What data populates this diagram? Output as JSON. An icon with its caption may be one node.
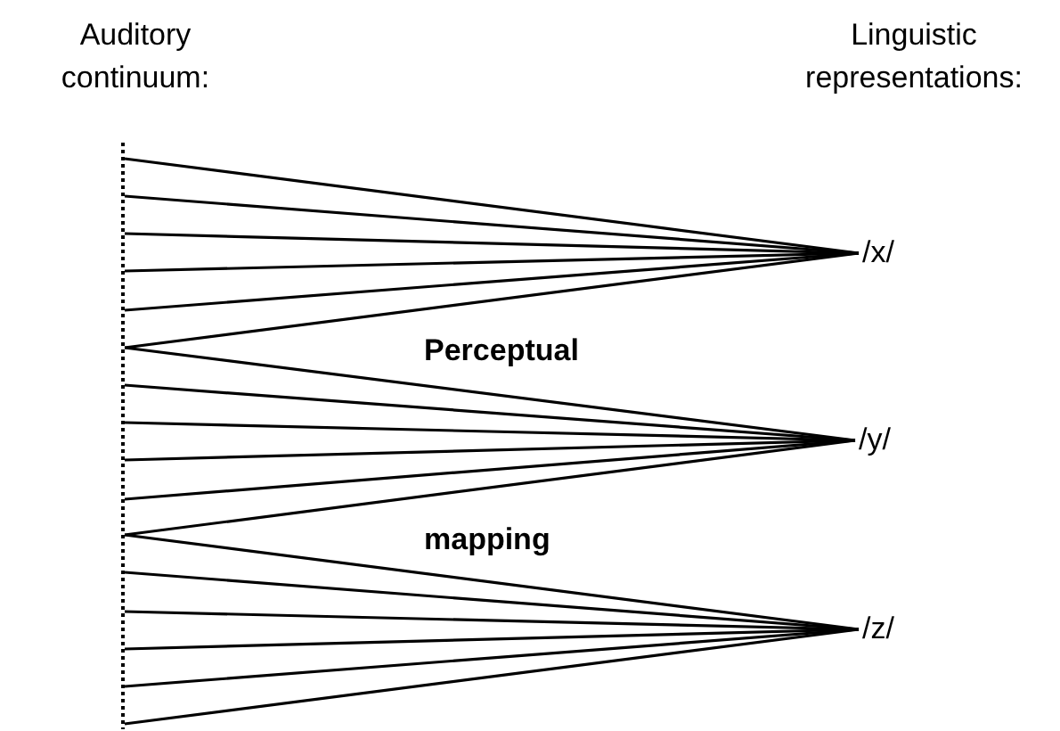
{
  "diagram": {
    "nodes": [
      {
        "text": [
          "/x/"
        ]
      },
      {
        "text": [
          "/y/"
        ]
      },
      {
        "text": [
          "/z/"
        ]
      }
    ],
    "edges": [
      {
        "from": null,
        "to": 0,
        "arrow": "none"
      },
      {
        "from": null,
        "to": 0,
        "arrow": "none"
      },
      {
        "from": null,
        "to": 0,
        "arrow": "none"
      },
      {
        "from": null,
        "to": 0,
        "arrow": "none"
      },
      {
        "from": null,
        "to": 0,
        "arrow": "none"
      },
      {
        "from": null,
        "to": 0,
        "arrow": "none"
      },
      {
        "from": null,
        "to": 1,
        "arrow": "none"
      },
      {
        "from": null,
        "to": 1,
        "arrow": "none"
      },
      {
        "from": null,
        "to": 1,
        "arrow": "none"
      },
      {
        "from": null,
        "to": 1,
        "arrow": "none"
      },
      {
        "from": null,
        "to": 1,
        "arrow": "none"
      },
      {
        "from": null,
        "to": 1,
        "arrow": "none"
      },
      {
        "from": null,
        "to": 2,
        "arrow": "none"
      },
      {
        "from": null,
        "to": 2,
        "arrow": "none"
      },
      {
        "from": null,
        "to": 2,
        "arrow": "none"
      },
      {
        "from": null,
        "to": 2,
        "arrow": "none"
      },
      {
        "from": null,
        "to": 2,
        "arrow": "none"
      },
      {
        "from": null,
        "to": 2,
        "arrow": "none"
      }
    ],
    "labels": [
      "Auditory continuum:",
      "Linguistic representations:",
      "Perceptual",
      "mapping"
    ]
  }
}
